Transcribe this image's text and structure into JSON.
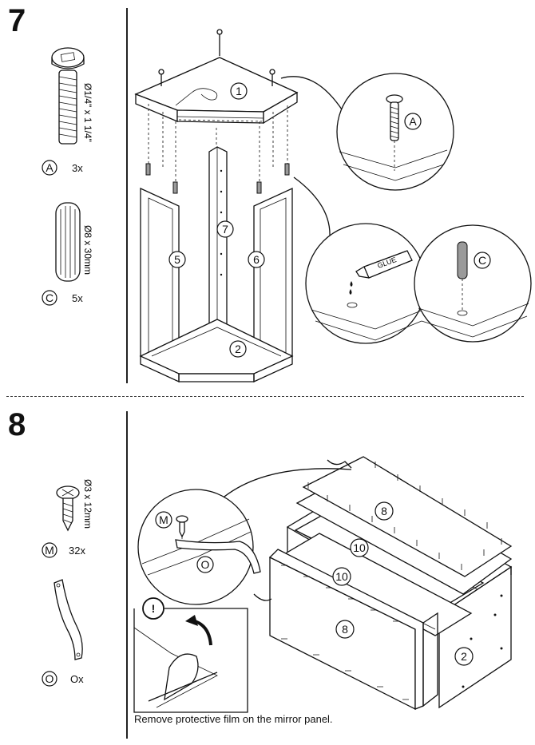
{
  "steps": [
    {
      "number": "7",
      "parts": [
        {
          "letter": "A",
          "qty": "3x",
          "dimension": "Ø1/4\" x 1 1/4\"",
          "icon": "screw-icon"
        },
        {
          "letter": "C",
          "qty": "5x",
          "dimension": "Ø8 x 30mm",
          "icon": "wooden-dowel-icon"
        }
      ],
      "panel_labels": [
        "1",
        "2",
        "5",
        "6",
        "7"
      ],
      "callout_labels": [
        "A",
        "C"
      ],
      "glue_label": "GLUE"
    },
    {
      "number": "8",
      "parts": [
        {
          "letter": "M",
          "qty": "32x",
          "dimension": "Ø3 x 12mm",
          "icon": "screw-icon"
        },
        {
          "letter": "O",
          "qty": "Ox",
          "dimension": "",
          "icon": "bracket-strap-icon"
        }
      ],
      "panel_labels": [
        "8",
        "10",
        "10",
        "8",
        "2"
      ],
      "callout_labels": [
        "M",
        "O"
      ],
      "warning_symbol": "!",
      "note": "Remove protective film on the mirror panel."
    }
  ],
  "colors": {
    "line": "#111111",
    "fill": "#ffffff",
    "shade": "#9a9a9a"
  }
}
